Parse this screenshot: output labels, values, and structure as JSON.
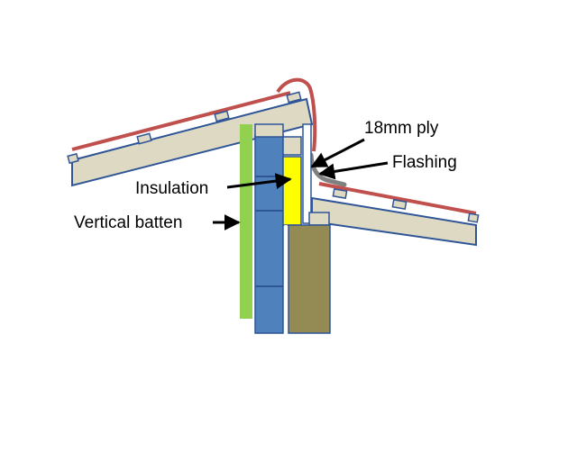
{
  "labels": {
    "ply": "18mm ply",
    "flashing": "Flashing",
    "insulation": "Insulation",
    "batten": "Vertical batten"
  },
  "colors": {
    "roof_board": "#ddd9c3",
    "board_outline": "#2f5597",
    "tile_red": "#c0504d",
    "batten_green": "#92d050",
    "blocks_blue": "#4f81bd",
    "insulation_yellow": "#ffff00",
    "wall_olive": "#948a54",
    "flashing_gray": "#808080",
    "arrow_black": "#000000"
  }
}
